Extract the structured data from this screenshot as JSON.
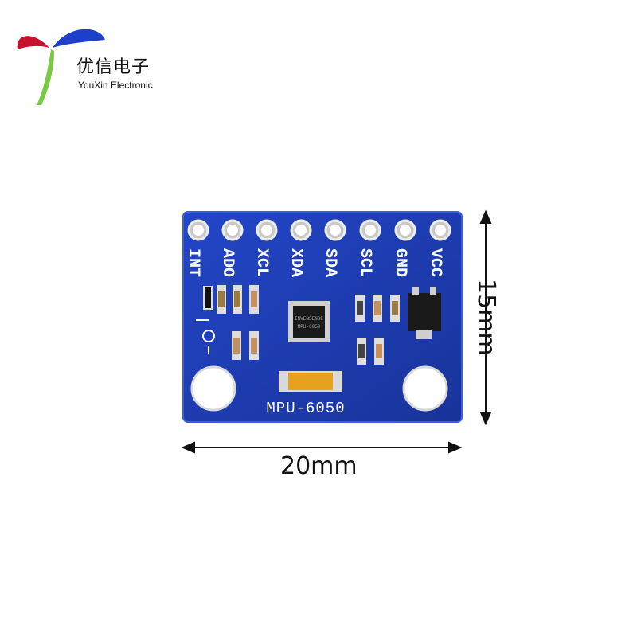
{
  "brand": {
    "name_cn": "优信电子",
    "name_en": "YouXin Electronic"
  },
  "board": {
    "pins": [
      "INT",
      "ADO",
      "XCL",
      "XDA",
      "SDA",
      "SCL",
      "GND",
      "VCC"
    ],
    "model": "MPU-6050",
    "chip_text_line1": "INVENSENSE",
    "chip_text_line2": "MPU-6050"
  },
  "dimensions": {
    "width_label": "20mm",
    "height_label": "15mm"
  },
  "colors": {
    "pcb_blue": "#1d3fbf",
    "pcb_edge": "#2a4fd0",
    "logo_red": "#c8102e",
    "logo_blue": "#1e3fc8",
    "logo_green": "#7ac943"
  }
}
